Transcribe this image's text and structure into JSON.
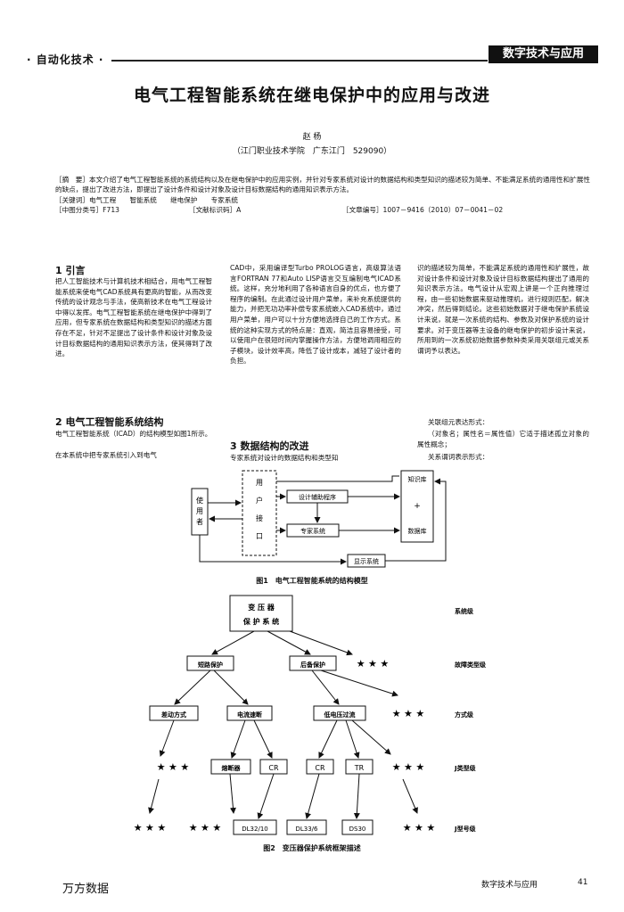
{
  "header": {
    "column_tag": "· 自动化技术 ·",
    "section": "数字技术与应用"
  },
  "title": "电气工程智能系统在继电保护中的应用与改进",
  "author": "赵 杨",
  "affiliation": "（江门职业技术学院　广东江门　529090）",
  "abstract": {
    "text": "［摘　要］本文介绍了电气工程智能系统的系统结构以及在继电保护中的应用实例，并针对专家系统对设计的数据结构和类型知识的描述较为简单、不能满足系统的通用性和扩展性的缺点，提出了改进方法，即提出了设计条件和设计对象及设计目标数据结构的通用知识表示方法。",
    "keywords": "［关键词］电气工程　　智能系统　　继电保护　　专家系统",
    "clc": "［中图分类号］F713",
    "doc_code": "［文献标识码］A",
    "article_no": "［文章编号］1007－9416（2010）07－0041－02"
  },
  "sections": {
    "s1_heading": "1 引言",
    "s1_text": "把人工智能技术与计算机技术相结合，用电气工程智能系统来使电气CAD系统具有更高的智能，从而改变传统的设计观念与手法，使高新技术在电气工程设计中得以发挥。电气工程智能系统在继电保护中得到了应用，但专家系统在数据结构和类型知识的描述方面存在不足，针对不足提出了设计条件和设计对象及设计目标数据结构的通用知识表示方法，使其得到了改进。",
    "s2_heading": "2 电气工程智能系统结构",
    "s2_text": "电气工程智能系统（ICAD）的结构模型如图1所示。",
    "s2_text2": "在本系统中把专家系统引入到电气",
    "col2_text": "CAD中，采用编译型Turbo PROLOG语言，高级算法语言FORTRAN 77和Auto LISP语言交互编制电气ICAD系统。这样，充分地利用了各种语言自身的优点，也方便了程序的编制。在此通过设计用户菜单，来补充系统提供的能力，并把无功功率补偿专家系统嵌入CAD系统中，通过用户菜单，用户可以十分方便地选择自己的工作方式。系统的这种实现方式的特点是：直观，简洁且容易接受，可以使用户在很短时间内掌握操作方法，方便地调用相应的子模块，设计效率高，降低了设计成本，减轻了设计者的负担。",
    "s3_heading": "3 数据结构的改进",
    "s3_text": "专家系统对设计的数据结构和类型知",
    "col3_text": "识的描述较为简单，不能满足系统的通用性和扩展性，故对设计条件和设计对象及设计目标数据结构提出了通用的知识表示方法。电气设计从宏观上讲是一个正向推理过程，由一些初始数据来驱动推理机，进行规则匹配，解决冲突，然后得到结论。这些初始数据对于继电保护系统设计来说，就是一次系统的结构、参数及对保护系统的设计要求。对于变压器等主设备的继电保护的初步设计来说，所用到的一次系统初始数据参数种类采用关联组元或关系谓词予以表达。",
    "col3_p2": "关联组元表达形式：",
    "col3_p3": "（对象名；属性名＝属性值）它适于描述孤立对象的属性概念；",
    "col3_p4": "关系谓词表示形式："
  },
  "figure1": {
    "user": "使用者",
    "menu": "用户接口",
    "design_prog": "设计辅助程序",
    "expert": "专家系统",
    "kb": "知识库",
    "plus": "+",
    "db": "数据库",
    "display": "显示系统",
    "caption": "图1　电气工程智能系统的结构模型"
  },
  "figure2": {
    "root": "变压器保护系统",
    "short": "短路保护",
    "backup": "后备保护",
    "diff": "差动方式",
    "overcur": "电流速断",
    "lowvolt": "低电压过流",
    "relay": "熔断器",
    "cr1": "CR",
    "cr2": "CR",
    "tr": "TR",
    "m1": "DL32/10",
    "m2": "DL33/6",
    "m3": "DS30",
    "stars": "★ ★ ★",
    "lv_sys": "系统级",
    "lv_fault": "故障类型级",
    "lv_mode": "方式级",
    "lv_jtype": "J类型级",
    "lv_jmodel": "J型号级",
    "caption": "图2　变压器保护系统框架描述"
  },
  "footer": {
    "left": "万方数据",
    "right": "数字技术与应用",
    "page": "41"
  }
}
